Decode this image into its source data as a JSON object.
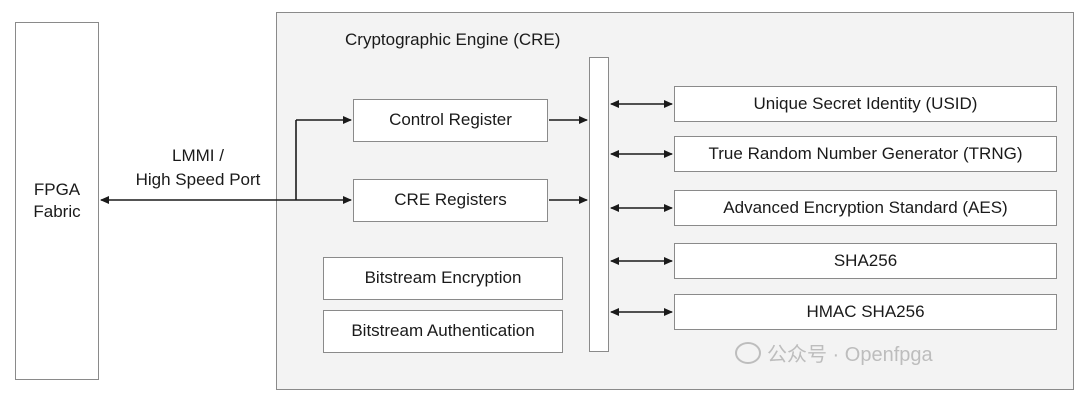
{
  "diagram": {
    "fabric_label_line1": "FPGA",
    "fabric_label_line2": "Fabric",
    "port_label_line1": "LMMI /",
    "port_label_line2": "High Speed Port",
    "engine_title": "Cryptographic Engine (CRE)",
    "control_register": "Control Register",
    "cre_registers": "CRE Registers",
    "bitstream_encryption": "Bitstream Encryption",
    "bitstream_authentication": "Bitstream Authentication",
    "blocks": [
      "Unique Secret Identity (USID)",
      "True Random Number Generator (TRNG)",
      "Advanced Encryption Standard (AES)",
      "SHA256",
      "HMAC SHA256"
    ]
  },
  "watermark": {
    "text": "公众号 · Openfpga"
  },
  "colors": {
    "border": "#8a8a8a",
    "container_fill": "#f3f3f3",
    "line": "#1a1a1a"
  }
}
